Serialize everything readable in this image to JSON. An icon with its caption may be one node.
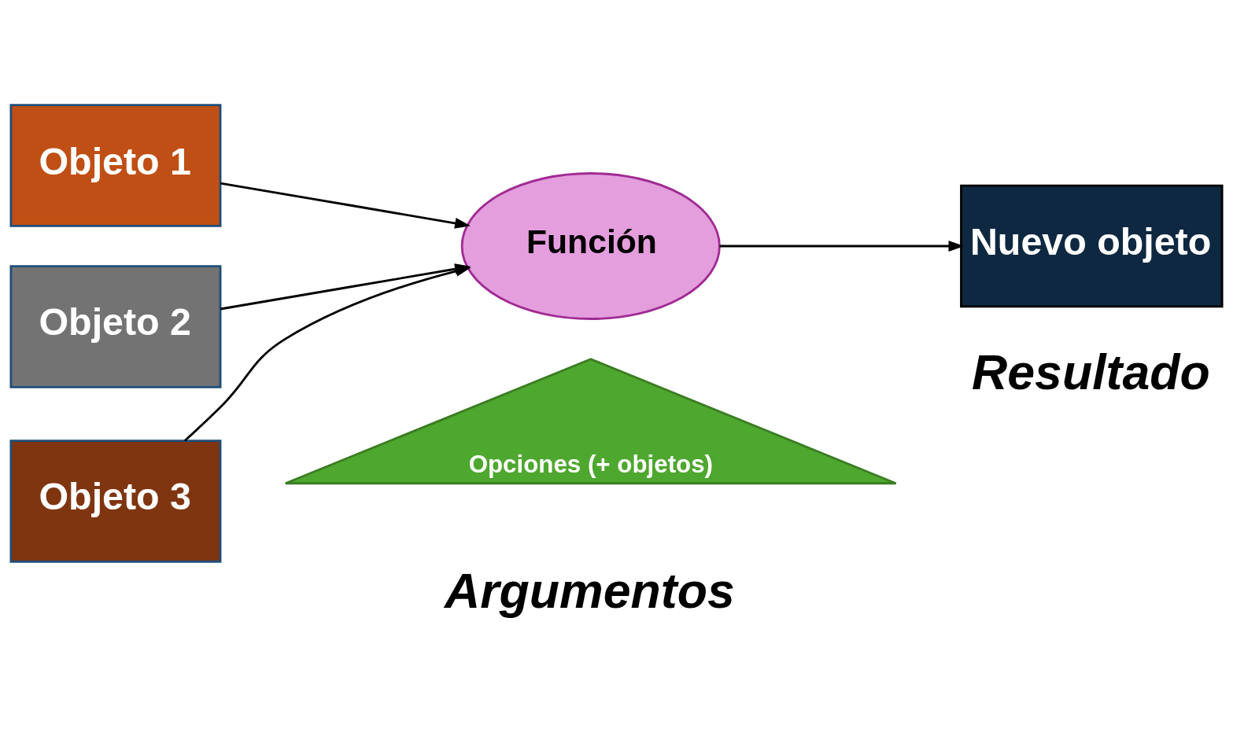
{
  "diagram": {
    "nodes": [
      {
        "text": [
          "Objeto 1"
        ]
      },
      {
        "text": [
          "Objeto 2"
        ]
      },
      {
        "text": [
          "Objeto 3"
        ]
      },
      {
        "text": [
          "Función"
        ]
      },
      {
        "text": [
          "Nuevo objeto"
        ]
      },
      {
        "text": [
          "Opciones (+ objetos)"
        ]
      }
    ],
    "edges": [
      {
        "from": 0,
        "to": 3,
        "arrow": "to"
      },
      {
        "from": 1,
        "to": 3,
        "arrow": "to"
      },
      {
        "from": 2,
        "to": 3,
        "arrow": "to"
      },
      {
        "from": 3,
        "to": 4,
        "arrow": "to"
      }
    ],
    "labels": [
      "Resultado",
      "Argumentos"
    ]
  }
}
